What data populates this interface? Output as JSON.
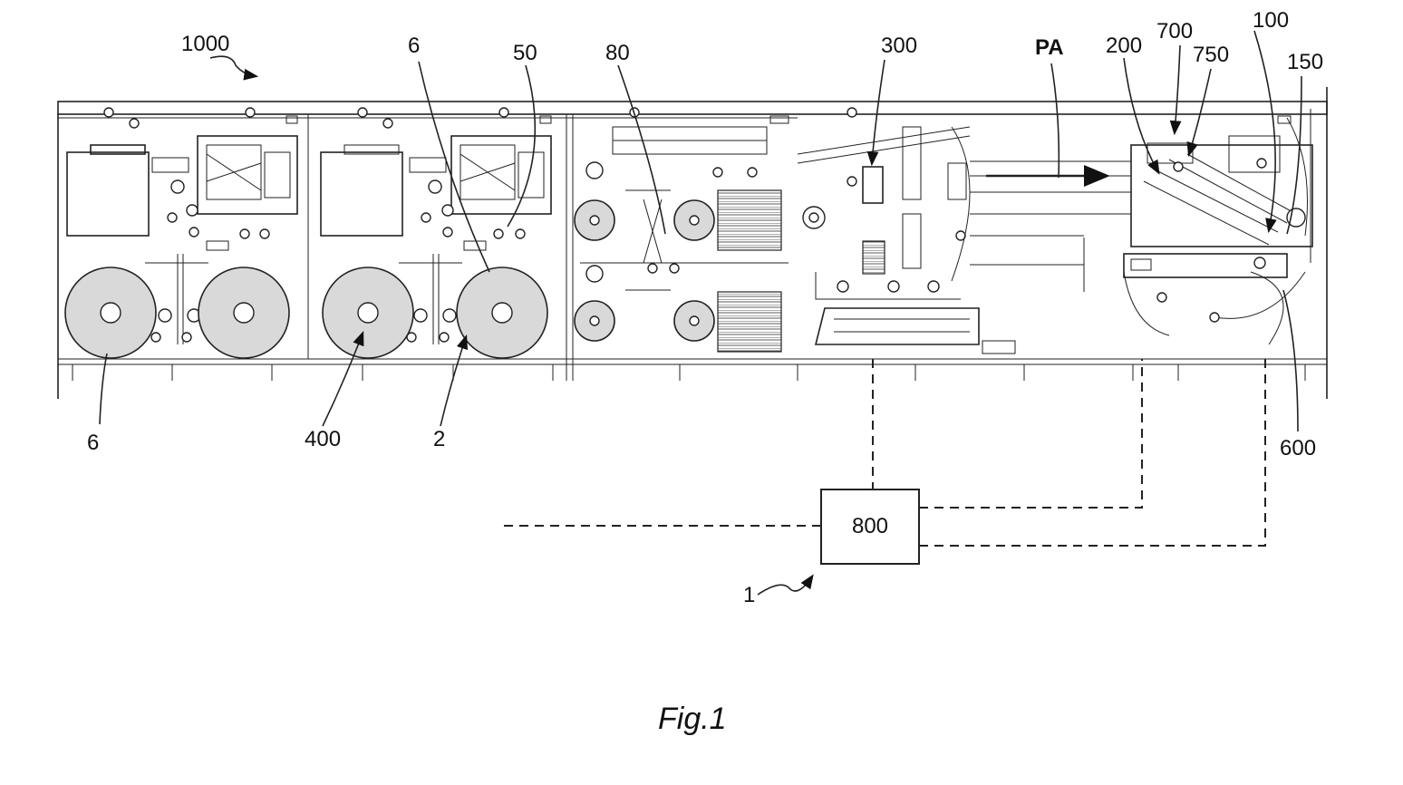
{
  "figure": {
    "caption": "Fig.1",
    "control_box": {
      "label": "800"
    },
    "reference_numerals": {
      "machine": "1000",
      "roll_left_top": "6",
      "roll_left_bottom": "6",
      "module_50": "50",
      "unit_80": "80",
      "unit_300": "300",
      "arrow_pa": "PA",
      "unit_200": "200",
      "unit_700": "700",
      "unit_750": "750",
      "unit_100": "100",
      "unit_150": "150",
      "unit_400": "400",
      "unit_2": "2",
      "unit_600": "600",
      "system": "1"
    }
  }
}
